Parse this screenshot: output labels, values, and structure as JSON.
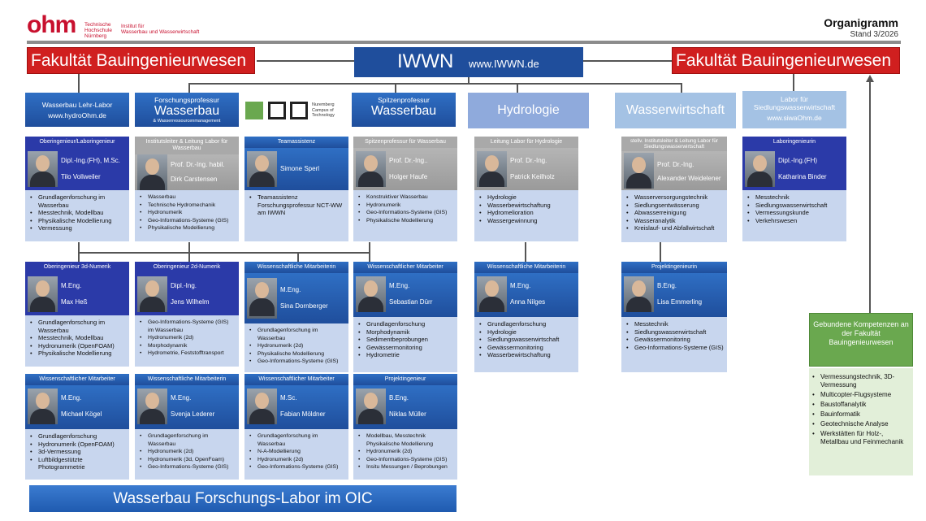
{
  "header": {
    "logo_text": "ohm",
    "logo_sub1": [
      "Technische",
      "Hochschule",
      "Nürnberg"
    ],
    "logo_sub2": [
      "Institut für",
      "Wasserbau und Wasserwirtschaft"
    ],
    "title": "Organigramm",
    "stand": "Stand 3/2026"
  },
  "banners": {
    "fakultaet_left": "Fakultät Bauingenieurwesen",
    "fakultaet_right": "Fakultät Bauingenieurwesen",
    "iwwn_title": "IWWN",
    "iwwn_url": "www.IWWN.de",
    "lab_bottom": "Wasserbau Forschungs-Labor im OIC"
  },
  "departments": {
    "lehrlabor": {
      "line1": "Wasserbau Lehr-Labor",
      "line2": "www.hydroOhm.de"
    },
    "fp_wasserbau": {
      "top": "Forschungsprofessur",
      "big": "Wasserbau",
      "sub": "& Wasserressourcenmanagement"
    },
    "campus": {
      "text": [
        "Nuremberg",
        "Campus of",
        "Technology"
      ]
    },
    "sp_wasserbau": {
      "top": "Spitzenprofessur",
      "big": "Wasserbau"
    },
    "hydrologie": {
      "big": "Hydrologie"
    },
    "wasserwirtschaft": {
      "big": "Wasserwirtschaft"
    },
    "siwa": {
      "line1": "Labor für",
      "line2": "Siedlungswasserwirtschaft",
      "line3": "www.siwaOhm.de"
    }
  },
  "row1": [
    {
      "role": "Oberingenieur/Laboringenieur",
      "title": "Dipl.-Ing.(FH), M.Sc.",
      "name": "Tilo Vollweiler",
      "tasks": [
        "Grundlagenforschung im Wasserbau",
        "Messtechnik, Modellbau",
        "Physikalische Modellierung",
        "Vermessung"
      ]
    },
    {
      "role": "Institutsleiter & Leitung Labor für Wasserbau",
      "title": "Prof. Dr.-Ing. habil.",
      "name": "Dirk Carstensen",
      "tasks": [
        "Wasserbau",
        "Technische Hydromechanik",
        "Hydronumerik",
        "Geo-Informations-Systeme (GIS)",
        "Physikalische Modellierung"
      ]
    },
    {
      "role": "Teamassistenz",
      "title": "",
      "name": "Simone Sperl",
      "tasks": [
        "Teamassistenz Forschungsprofessur NCT-WW am IWWN"
      ]
    },
    {
      "role": "Spitzenprofessur für Wasserbau",
      "title": "Prof. Dr.-Ing..",
      "name": "Holger Haufe",
      "tasks": [
        "Konstruktiver Wasserbau",
        "Hydronumerik",
        "Geo-Informations-Systeme (GIS)",
        "Physikalische Modellierung"
      ]
    },
    {
      "role": "Leitung Labor für Hydrologie",
      "title": "Prof. Dr.-Ing.",
      "name": "Patrick Keilholz",
      "tasks": [
        "Hydrologie",
        "Wasserbewirtschaftung",
        "Hydromelioration",
        "Wassergewinnung"
      ]
    },
    {
      "role": "stellv. Institutsleiter & Leitung Labor für Siedlungswasserwirtschaft",
      "title": "Prof. Dr.-Ing.",
      "name": "Alexander Weidelener",
      "tasks": [
        "Wasserversorgungstechnik",
        "Siedlungsentwässerung",
        "Abwasserreinigung",
        "Wasseranalytik",
        "Kreislauf- und Abfallwirtschaft"
      ]
    },
    {
      "role": "Laboringenieurin",
      "title": "Dipl.-Ing.(FH)",
      "name": "Katharina Binder",
      "tasks": [
        "Messtechnik",
        "Siedlungswasserwirtschaft",
        "Vermessungskunde",
        "Verkehrswesen"
      ]
    }
  ],
  "row2": [
    {
      "role": "Oberingenieur 3d-Numerik",
      "title": "M.Eng.",
      "name": "Max Heß",
      "tasks": [
        "Grundlagenforschung im Wasserbau",
        "Messtechnik, Modellbau",
        "Hydronumerik (OpenFOAM)",
        "Physikalische Modellierung"
      ]
    },
    {
      "role": "Oberingenieur 2d-Numerik",
      "title": "Dipl.-Ing.",
      "name": "Jens Wilhelm",
      "tasks": [
        "Geo-Informations-Systeme (GIS) im Wasserbau",
        "Hydronumerik (2d)",
        "Morphodynamik",
        "Hydrometrie, Feststofftransport"
      ]
    },
    {
      "role": "Wissenschaftliche Mitarbeiterin",
      "title": "M.Eng.",
      "name": "Sina Dornberger",
      "tasks": [
        "Grundlagenforschung im Wasserbau",
        "Hydronumerik (2d)",
        "Physikalische Modellierung",
        "Geo-Informations-Systeme (GIS)"
      ]
    },
    {
      "role": "Wissenschaftlicher Mitarbeiter",
      "title": "M.Eng.",
      "name": "Sebastian Dürr",
      "tasks": [
        "Grundlagenforschung",
        "Morphodynamik",
        "Sedimentbeprobungen",
        "Gewässermonitoring",
        "Hydrometrie"
      ]
    },
    {
      "role": "Wissenschaftliche Mitarbeiterin",
      "title": "M.Eng.",
      "name": "Anna Nilges",
      "tasks": [
        "Grundlagenforschung",
        "Hydrologie",
        "Siedlungswasserwirtschaft",
        "Gewässermonitoring",
        "Wasserbewirtschaftung"
      ]
    },
    {
      "role": "Projektingenieurin",
      "title": "B.Eng.",
      "name": "Lisa Emmerling",
      "tasks": [
        "Messtechnik",
        "Siedlungswasserwirtschaft",
        "Gewässermonitoring",
        "Geo-Informations-Systeme (GIS)"
      ]
    }
  ],
  "row3": [
    {
      "role": "Wissenschaftlicher Mitarbeiter",
      "title": "M.Eng.",
      "name": "Michael Kögel",
      "tasks": [
        "Grundlagenforschung",
        "Hydronumerik (OpenFOAM)",
        "3d-Vermessung",
        "Luftbildgestützte Photogrammetrie"
      ]
    },
    {
      "role": "Wissenschaftliche Mitarbeiterin",
      "title": "M.Eng.",
      "name": "Svenja Lederer",
      "tasks": [
        "Grundlagenforschung im Wasserbau",
        "Hydronumerik (2d)",
        "Hydronumerik (3d, OpenFoam)",
        "Geo-Informations-Systeme (GIS)"
      ]
    },
    {
      "role": "Wissenschaftlicher Mitarbeiter",
      "title": "M.Sc.",
      "name": "Fabian Möldner",
      "tasks": [
        "Grundlagenforschung im Wasserbau",
        "N-A-Modellierung",
        "Hydronumerik (2d)",
        "Geo-Informations-Systeme (GIS)"
      ]
    },
    {
      "role": "Projektingenieur",
      "title": "B.Eng.",
      "name": "Niklas Müller",
      "tasks": [
        "Modellbau, Messtechnik Physikalische Modellierung",
        "Hydronumerik (2d)",
        "Geo-Informations-Systeme (GIS)",
        "Insitu Messungen / Beprobungen"
      ]
    }
  ],
  "kompetenzen": {
    "title": "Gebundene Kompetenzen an der Fakultät Bauingenieurwesen",
    "items": [
      "Vermessungstechnik, 3D-Vermessung",
      "Multicopter-Flugsysteme",
      "Baustoffanalytik",
      "Bauinformatik",
      "Geotechnische Analyse",
      "Werkstätten für Holz-, Metallbau und Feinmechanik"
    ]
  }
}
